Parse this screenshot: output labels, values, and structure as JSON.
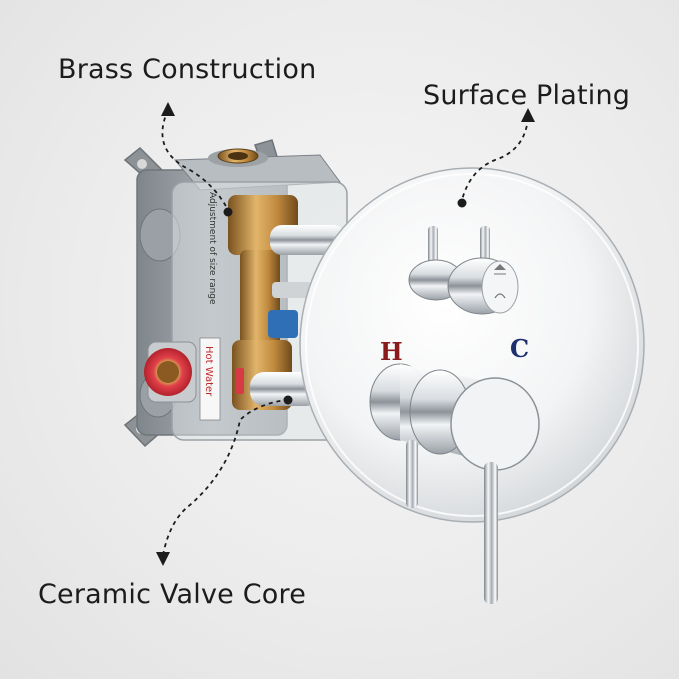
{
  "callouts": {
    "brass": "Brass Construction",
    "surface": "Surface Plating",
    "ceramic": "Ceramic Valve Core"
  },
  "markings": {
    "hot": "H",
    "cold": "C",
    "box_label_1": "Adjustment of size range",
    "box_label_2": "Hot Water"
  },
  "colors": {
    "hot": "#8b1a1a",
    "cold": "#1e2f6e",
    "brass": "#c9954a",
    "housing": "#8e9498"
  }
}
